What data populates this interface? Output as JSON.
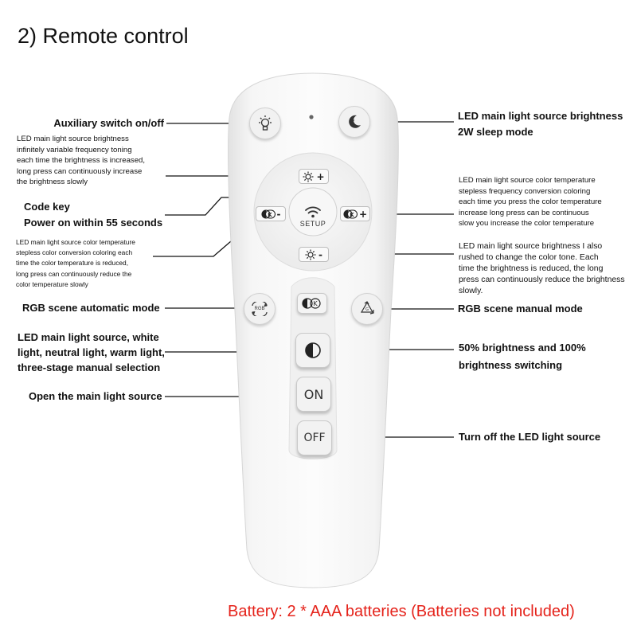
{
  "title": "2) Remote control",
  "labels": {
    "aux_switch": "Auxiliary switch on/off",
    "brightness_up_desc": [
      "LED main light source brightness",
      "infinitely variable frequency toning",
      "each time the brightness is increased,",
      "long press can continuously increase",
      "the brightness slowly"
    ],
    "code_key": [
      "Code key",
      "Power on within 55 seconds"
    ],
    "color_temp_down_desc": [
      "LED main light source color temperature",
      "stepless color conversion coloring each",
      "time the color temperature is reduced,",
      "long press can continuously reduce the",
      "color temperature slowly"
    ],
    "rgb_auto": "RGB scene automatic mode",
    "white_light_select": [
      "LED main light source, white",
      "light, neutral light, warm light,",
      "three-stage manual selection"
    ],
    "open_main": "Open the main light source",
    "sleep_mode": [
      "LED main light source brightness",
      "2W sleep mode"
    ],
    "color_temp_up_desc": [
      "LED main light source color temperature",
      "stepless frequency conversion coloring",
      "each time you press the color temperature",
      "increase long press can be continuous",
      "slow you increase the color temperature"
    ],
    "brightness_down_desc": [
      "LED main light source brightness I also",
      "rushed to change the color tone. Each",
      "time the brightness is reduced, the long",
      "press can continuously reduce the brightness",
      "slowly."
    ],
    "rgb_manual": "RGB scene manual mode",
    "half_full": [
      "50% brightness and 100%",
      "brightness switching"
    ],
    "turn_off": "Turn off the LED light source"
  },
  "remote": {
    "setup_label": "SETUP",
    "rgb_label": "RGB",
    "on_label": "ON",
    "off_label": "OFF",
    "plus": "+",
    "minus": "-"
  },
  "battery_note": "Battery: 2 * AAA batteries (Batteries not included)",
  "colors": {
    "battery_note": "#e5231b",
    "remote_body": "#f6f6f6"
  }
}
